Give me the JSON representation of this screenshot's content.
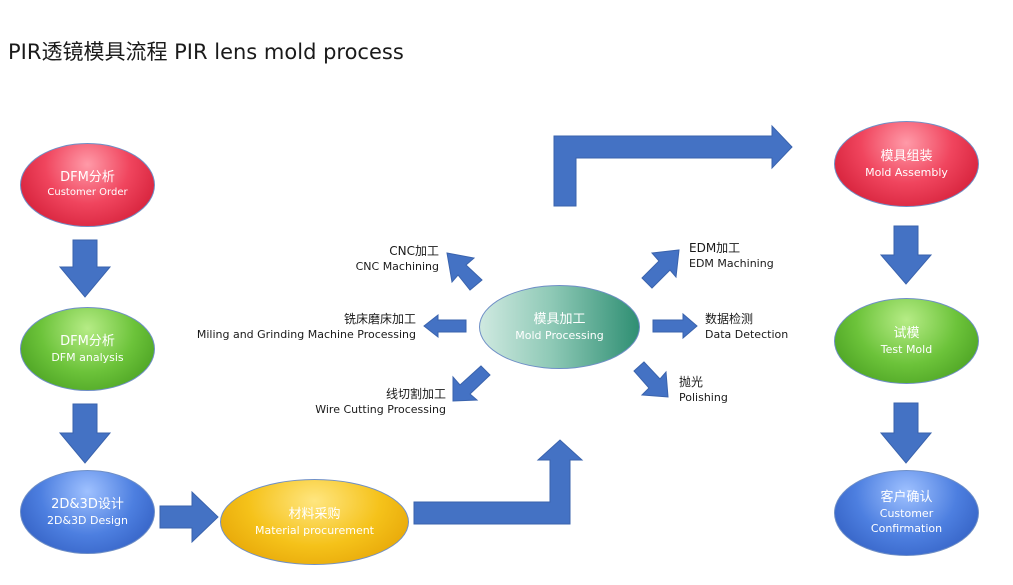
{
  "title": "PIR透镜模具流程  PIR lens mold process",
  "colors": {
    "arrow": "#4472c4",
    "arrow_border": "#3a63ad",
    "red_node": "#e8334f",
    "green_node": "#5fb832",
    "blue_node": "#3f6fd6",
    "yellow_node": "#f2b705",
    "teal_node": "#7cc2ad"
  },
  "nodes": {
    "dfm_customer": {
      "zh": "DFM分析",
      "en": "Customer Order"
    },
    "dfm_analysis": {
      "zh": "DFM分析",
      "en": "DFM analysis"
    },
    "design": {
      "zh": "2D&3D设计",
      "en": "2D&3D Design"
    },
    "material": {
      "zh": "材料采购",
      "en": "Material procurement"
    },
    "mold_processing": {
      "zh": "模具加工",
      "en": "Mold Processing"
    },
    "mold_assembly": {
      "zh": "模具组装",
      "en": "Mold Assembly"
    },
    "test_mold": {
      "zh": "试模",
      "en": "Test Mold"
    },
    "customer_confirm": {
      "zh": "客户确认",
      "en1": "Customer",
      "en2": "Confirmation"
    }
  },
  "labels": {
    "cnc": {
      "zh": "CNC加工",
      "en": "CNC Machining"
    },
    "milling": {
      "zh": "铣床磨床加工",
      "en": "Miling and Grinding Machine Processing"
    },
    "wire": {
      "zh": "线切割加工",
      "en": "Wire Cutting Processing"
    },
    "edm": {
      "zh": "EDM加工",
      "en": "EDM Machining"
    },
    "data": {
      "zh": "数据检测",
      "en": "Data Detection"
    },
    "polish": {
      "zh": "抛光",
      "en": "Polishing"
    }
  }
}
